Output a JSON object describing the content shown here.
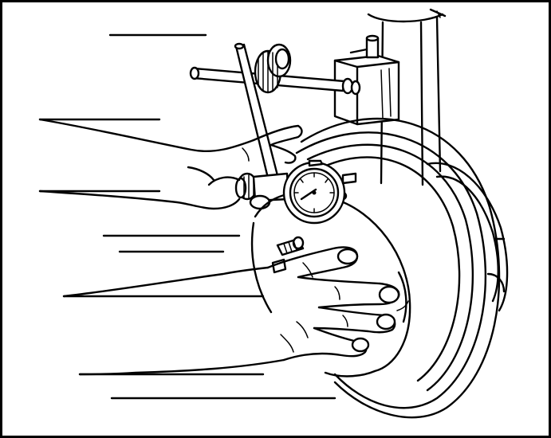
{
  "colors": {
    "ink": "#000000",
    "paper": "#ffffff"
  },
  "illustration": {
    "parts": [
      "hub-flange",
      "dial-indicator",
      "indicator-stand",
      "magnetic-base",
      "wheel-bolts",
      "hands"
    ]
  }
}
